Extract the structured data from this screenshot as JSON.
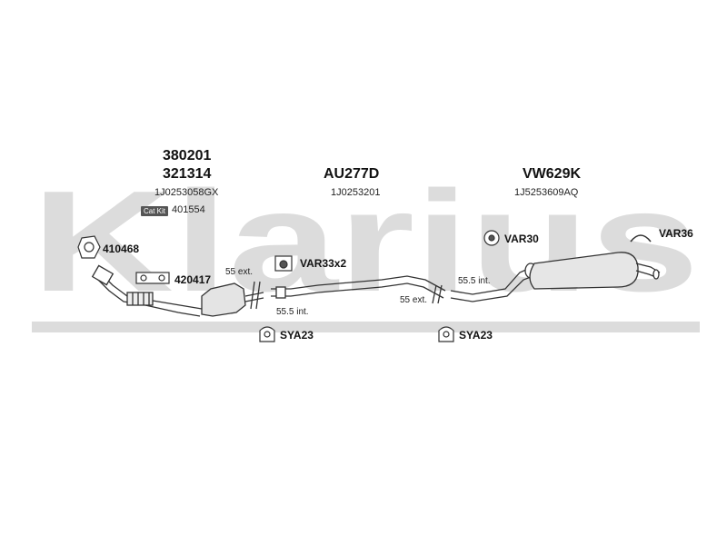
{
  "brand": {
    "watermark": "Klarius"
  },
  "colors": {
    "watermark": "#d9d9d9",
    "line": "#333333",
    "body_fill": "#e6e6e6"
  },
  "sections": {
    "front": {
      "part1": "380201",
      "part2": "321314",
      "code": "1J0253058GX",
      "catkit_label": "Cat Kit",
      "catkit_code": "401554"
    },
    "middle": {
      "part": "AU277D",
      "code": "1J0253201"
    },
    "rear": {
      "part": "VW629K",
      "code": "1J5253609AQ"
    }
  },
  "fittings": {
    "gasket1": "410468",
    "gasket2": "420417",
    "clamp_mid": "VAR33x2",
    "clamp_rear": "VAR30",
    "hanger_rear": "VAR36",
    "mount1": "SYA23",
    "mount2": "SYA23"
  },
  "dimensions": {
    "left_ext": "55 ext.",
    "left_int": "55.5 int.",
    "right_ext": "55 ext.",
    "right_int": "55.5 int."
  }
}
